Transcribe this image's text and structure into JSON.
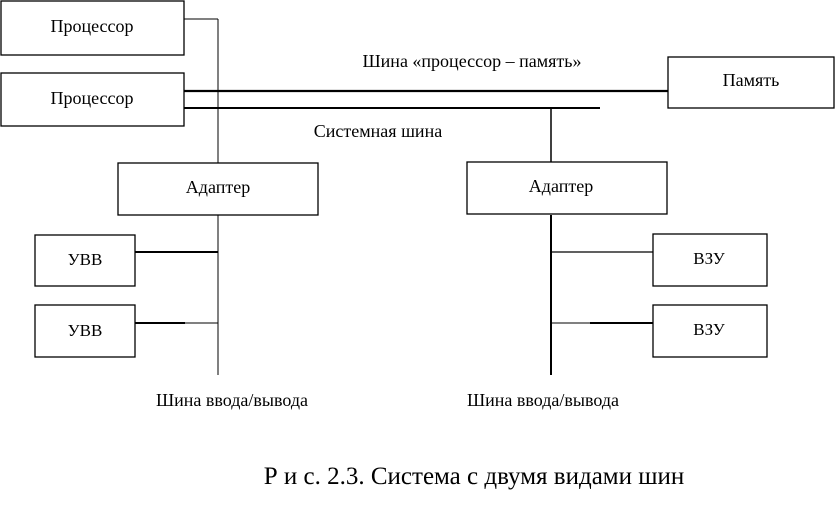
{
  "boxes": {
    "cpu1": "Процессор",
    "cpu2": "Процессор",
    "memory": "Память",
    "adapter_left": "Адаптер",
    "adapter_right": "Адаптер",
    "io1": "УВВ",
    "io2": "УВВ",
    "ext1": "ВЗУ",
    "ext2": "ВЗУ"
  },
  "buses": {
    "cpu_memory": "Шина «процессор – память»",
    "system": "Системная шина",
    "io_left": "Шина ввода/вывода",
    "io_right": "Шина ввода/вывода"
  },
  "caption": "Р и с. 2.3. Система с двумя видами шин"
}
